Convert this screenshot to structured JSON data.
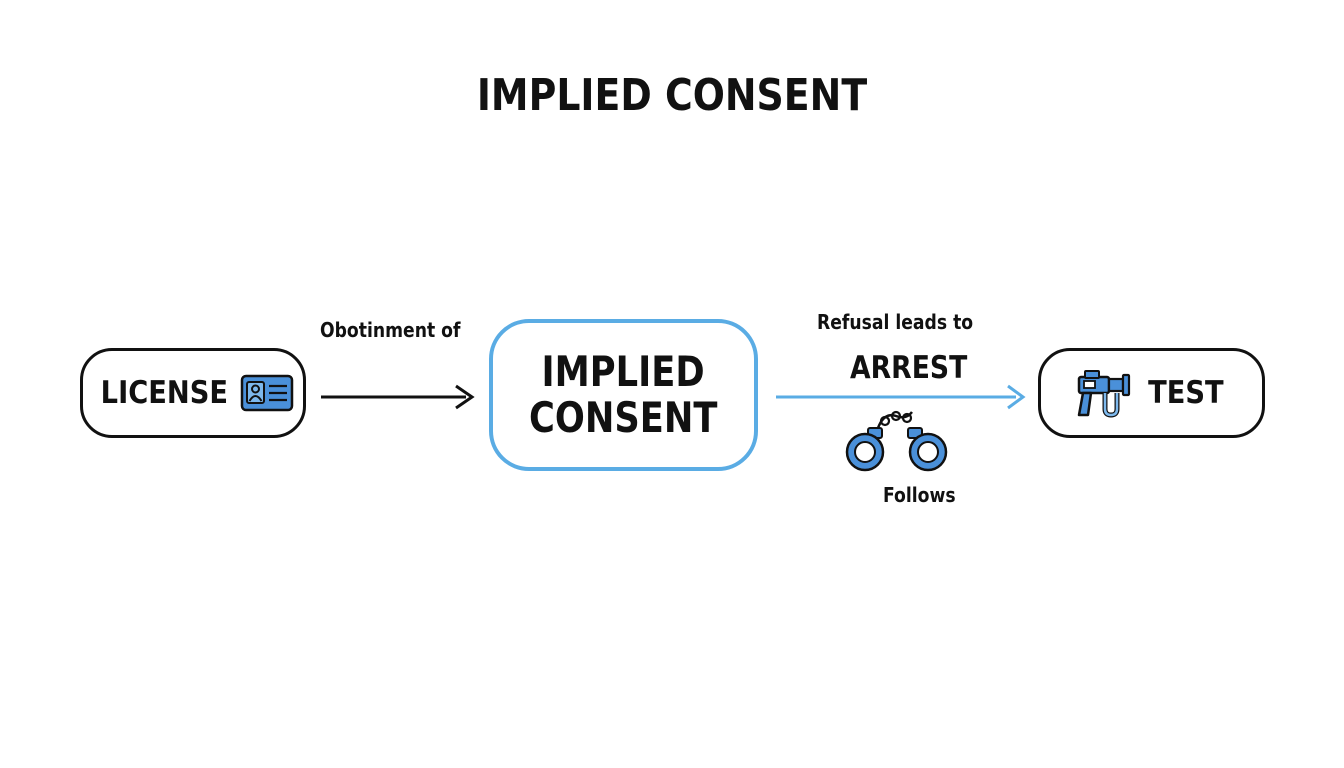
{
  "title": "IMPLIED CONSENT",
  "nodes": {
    "license": {
      "label": "LICENSE",
      "icon": "id-card-icon"
    },
    "center": {
      "line1": "IMPLIED",
      "line2": "CONSENT"
    },
    "test": {
      "label": "TEST",
      "icon": "breathalyzer-icon"
    }
  },
  "edges": {
    "license_to_center": {
      "label": "Obotinment of"
    },
    "center_to_test": {
      "label_top": "Refusal leads to",
      "label_main": "ARREST",
      "label_bottom": "Follows",
      "icon": "handcuffs-icon"
    }
  },
  "colors": {
    "accent_blue": "#5aace4",
    "icon_blue": "#4a90d9",
    "ink": "#111111"
  }
}
